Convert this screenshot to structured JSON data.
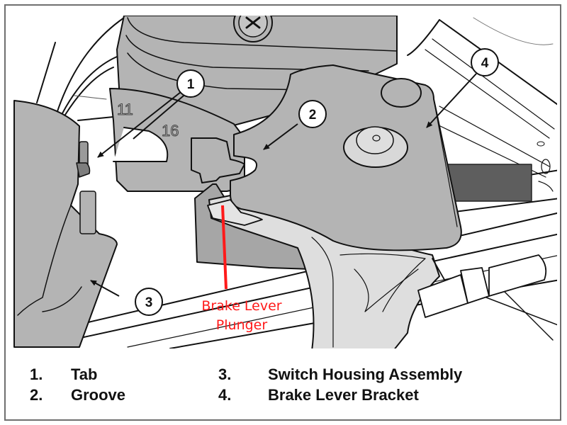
{
  "diagram": {
    "title": "Brake lever switch housing installation",
    "colors": {
      "part_fill": "#b4b4b4",
      "light_fill": "#dedede",
      "dark_fill": "#5e5e5e",
      "line": "#111111",
      "annotation": "#ff1a1a",
      "frame": "#6f6f6f"
    },
    "callouts": [
      {
        "number": "1",
        "target": "Tab"
      },
      {
        "number": "2",
        "target": "Groove"
      },
      {
        "number": "3",
        "target": "Switch Housing Assembly"
      },
      {
        "number": "4",
        "target": "Brake Lever Bracket"
      }
    ],
    "part_markings": [
      "11",
      "16"
    ],
    "annotation": {
      "line1": "Brake Lever",
      "line2": "Plunger"
    }
  },
  "legend": [
    {
      "number": "1.",
      "label": "Tab"
    },
    {
      "number": "2.",
      "label": "Groove"
    },
    {
      "number": "3.",
      "label": "Switch Housing Assembly"
    },
    {
      "number": "4.",
      "label": "Brake Lever Bracket"
    }
  ]
}
